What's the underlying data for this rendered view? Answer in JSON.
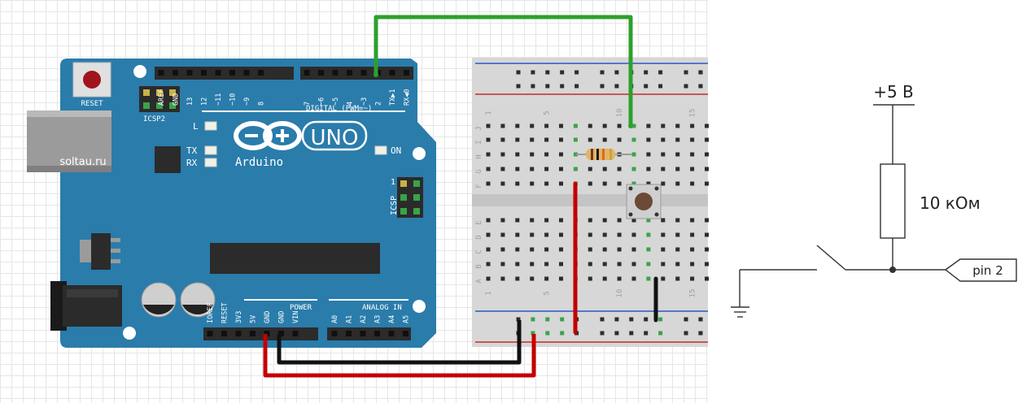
{
  "arduino": {
    "watermark": "soltau.ru",
    "reset": "RESET",
    "icsp2": "ICSP2",
    "icsp": "ICSP",
    "icsp_pin1": "1",
    "led_l": "L",
    "led_tx": "TX",
    "led_rx": "RX",
    "led_on": "ON",
    "brand": "Arduino",
    "model": "UNO",
    "digital_label": "DIGITAL (PWM=~)",
    "digital_pins": [
      "AREF",
      "GND",
      "13",
      "12",
      "~11",
      "~10",
      "~9",
      "8",
      "7",
      "~6",
      "~5",
      "4",
      "~3",
      "2",
      "TX▶1",
      "RX◀0"
    ],
    "power_label": "POWER",
    "power_pins": [
      "IOREF",
      "RESET",
      "3V3",
      "5V",
      "GND",
      "GND",
      "VIN"
    ],
    "analog_label": "ANALOG IN",
    "analog_pins": [
      "A0",
      "A1",
      "A2",
      "A3",
      "A4",
      "A5"
    ]
  },
  "breadboard": {
    "row_letters_top": [
      "J",
      "I",
      "H",
      "G",
      "F"
    ],
    "row_letters_bottom": [
      "E",
      "D",
      "C",
      "B",
      "A"
    ],
    "column_numbers": [
      "1",
      "5",
      "10",
      "15"
    ]
  },
  "schematic": {
    "supply_label": "+5 В",
    "resistor_label": "10 кОм",
    "pin_label": "pin 2"
  },
  "colors": {
    "board": "#2a7cab",
    "wire_green": "#2ca02c",
    "wire_red": "#c40000",
    "wire_black": "#111111"
  }
}
